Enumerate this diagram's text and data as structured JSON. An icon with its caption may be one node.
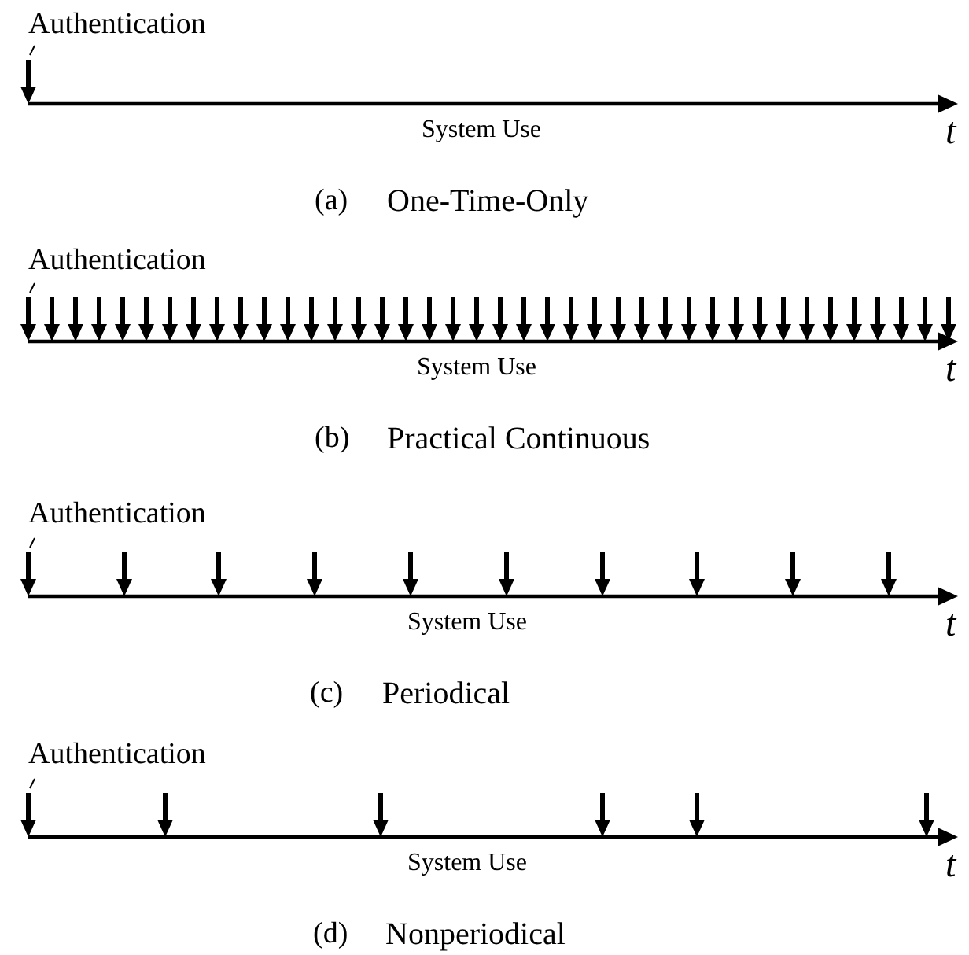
{
  "diagram": {
    "labels": [
      "Authentication",
      "System Use",
      "t",
      "(a)",
      "One-Time-Only",
      "Authentication",
      "System Use",
      "t",
      "(b)",
      "Practical Continuous",
      "Authentication",
      "System Use",
      "t",
      "(c)",
      "Periodical",
      "Authentication",
      "System Use",
      "t",
      "(d)",
      "Nonperiodical"
    ]
  }
}
